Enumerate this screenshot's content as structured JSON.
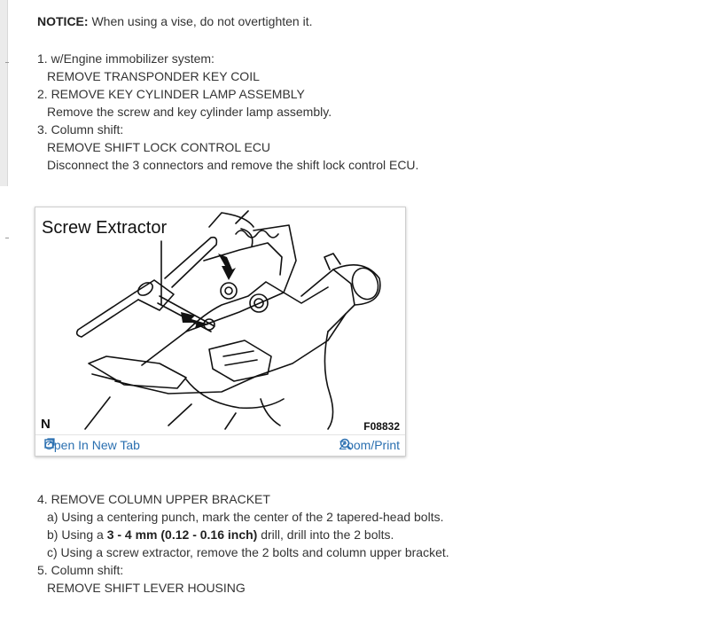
{
  "notice": {
    "label": "NOTICE:",
    "text": " When using a vise, do not overtighten it."
  },
  "steps_a": [
    {
      "title": "1. w/Engine immobilizer system:",
      "lines": [
        "REMOVE TRANSPONDER KEY COIL"
      ]
    },
    {
      "title": "2. REMOVE KEY CYLINDER LAMP ASSEMBLY",
      "lines": [
        "Remove the screw and key cylinder lamp assembly."
      ]
    },
    {
      "title": "3. Column shift:",
      "lines": [
        "REMOVE SHIFT LOCK CONTROL ECU",
        "Disconnect the 3 connectors and remove the shift lock control ECU."
      ]
    }
  ],
  "figure": {
    "label": "Screw Extractor",
    "corner_mark": "N",
    "code": "F08832",
    "open_link": "Open In New Tab",
    "zoom_link": "Zoom/Print",
    "open_icon": "external-link-icon",
    "zoom_icon": "magnifier-icon"
  },
  "steps_b": {
    "step4_title": "4. REMOVE COLUMN UPPER BRACKET",
    "a": "a) Using a centering punch, mark the center of the 2 tapered-head bolts.",
    "b_pre": "b) Using a ",
    "b_bold": "3 - 4 mm (0.12 - 0.16 inch)",
    "b_post": " drill, drill into the 2 bolts.",
    "c": "c) Using a screw extractor, remove the 2 bolts and column upper bracket.",
    "step5_title": "5. Column shift:",
    "step5_line": "REMOVE SHIFT LEVER HOUSING"
  },
  "colors": {
    "link": "#2a6fb0",
    "text": "#333333"
  }
}
